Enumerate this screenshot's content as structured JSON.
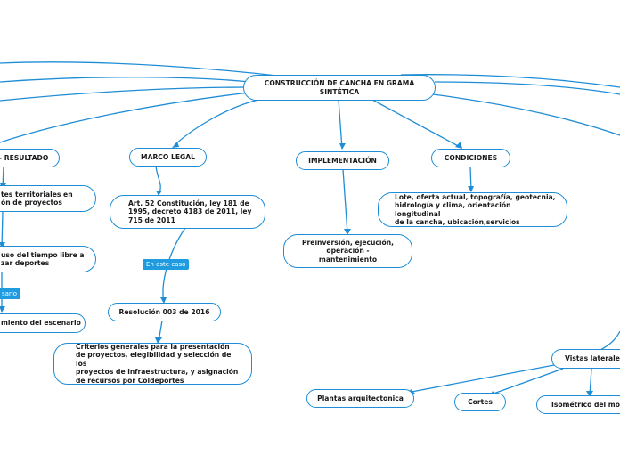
{
  "nodes": {
    "root": "CONSTRUCCIÓN DE CANCHA EN GRAMA SINTÉTICA",
    "resultado": "- RESULTADO",
    "territoriales": "tes territoriales en\nón de proyectos",
    "tiempo_libre": "uso del tiempo libre a\nzar deportes",
    "escenario": "miento del escenario",
    "marco_legal": "MARCO LEGAL",
    "art52": "Art. 52 Constitución, ley 181 de\n1995, decreto 4183 de 2011, ley\n715 de 2011",
    "resolucion": "Resolución 003 de 2016",
    "criterios": "Criterios generales para la presentación\nde proyectos, elegibilidad y selección de los\nproyectos de infraestructura, y asignación\nde recursos por Coldeportes",
    "implementacion": "IMPLEMENTACIÓN",
    "preinversion": "Preinversión, ejecución,\noperación -\nmantenimiento",
    "condiciones": "CONDICIONES",
    "lote": "Lote, oferta actual, topografía, geotecnia,\nhidrología y clima, orientación longitudinal\nde la cancha, ubicación,servicios",
    "vistas": "Vistas laterales",
    "plantas": "Plantas arquitectonica",
    "cortes": "Cortes",
    "isometrico": "Isométrico del mode"
  },
  "tags": {
    "en_este_caso": "En este caso",
    "sario": "sario"
  },
  "colors": {
    "line": "#1f8dd6",
    "border": "#1f8dd6",
    "tag_bg": "#1f9be0"
  }
}
